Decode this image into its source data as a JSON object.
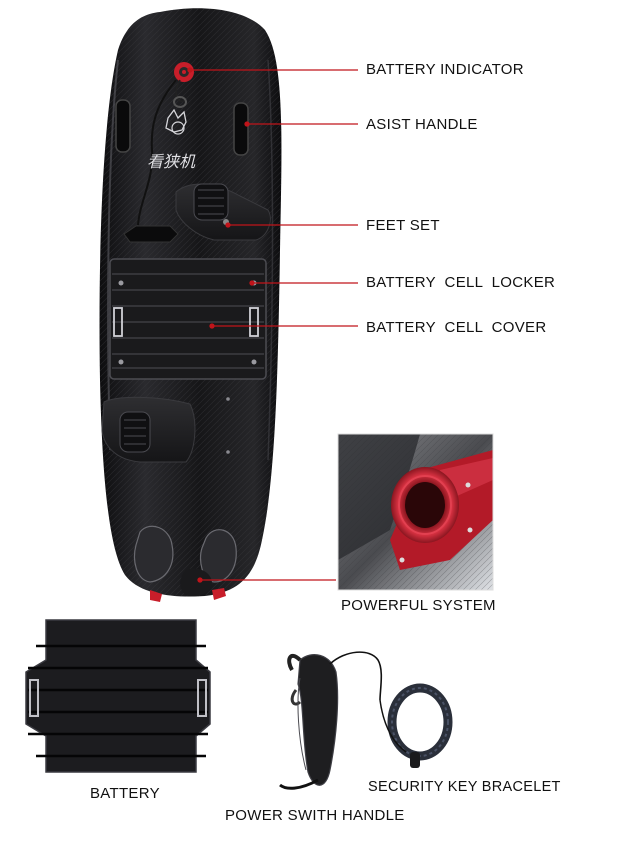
{
  "board": {
    "logo_text": "看狭机"
  },
  "callouts": {
    "battery_indicator": "BATTERY INDICATOR",
    "assist_handle": "ASIST HANDLE",
    "feet_set": "FEET SET",
    "battery_cell_locker": "BATTERY  CELL  LOCKER",
    "battery_cell_cover": "BATTERY  CELL  COVER",
    "powerful_system": "POWERFUL SYSTEM"
  },
  "accessories": {
    "battery": "BATTERY",
    "power_switch_handle": "POWER SWITH HANDLE",
    "security_key_bracelet": "SECURITY KEY BRACELET"
  },
  "colors": {
    "callout_line": "#c0141a",
    "accent_red": "#c81e2a",
    "carbon": "#1b1b1d"
  }
}
